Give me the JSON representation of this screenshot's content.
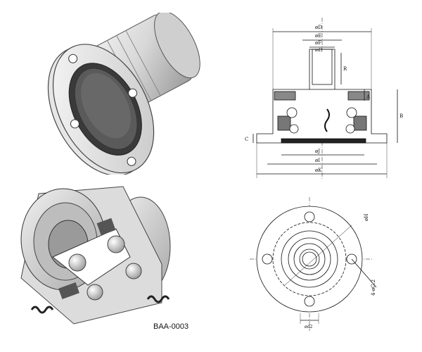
{
  "caption": "BAA-0003",
  "dims": {
    "D": "øD",
    "E": "øE",
    "F": "øF",
    "d1": "ød1",
    "R": "R",
    "A": "A",
    "B": "B",
    "C": "C",
    "J": "øJ",
    "I": "øI",
    "K": "øK",
    "H": "øH",
    "G": "4-øG.2",
    "d2": "ød2"
  }
}
